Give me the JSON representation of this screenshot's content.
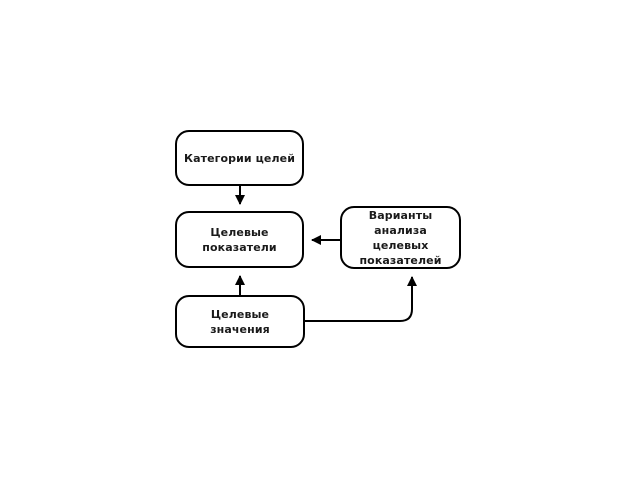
{
  "diagram": {
    "type": "flowchart",
    "background_color": "#ffffff",
    "stroke_color": "#000000",
    "text_color": "#1a1a1a",
    "nodes": [
      {
        "id": "goal-categories",
        "label": "Категории целей",
        "shape": "rounded-rectangle"
      },
      {
        "id": "target-indicators",
        "label": "Целевые\nпоказатели",
        "shape": "rounded-rectangle"
      },
      {
        "id": "analysis-options",
        "label": "Варианты анализа\nцелевых\nпоказателей",
        "shape": "rounded-rectangle"
      },
      {
        "id": "target-values",
        "label": "Целевые значения",
        "shape": "rounded-rectangle"
      }
    ],
    "edges": [
      {
        "id": "edge-categories-to-indicators",
        "from": "goal-categories",
        "to": "target-indicators",
        "direction": "down",
        "arrowhead": "target"
      },
      {
        "id": "edge-options-to-indicators",
        "from": "analysis-options",
        "to": "target-indicators",
        "direction": "left",
        "arrowhead": "target"
      },
      {
        "id": "edge-values-to-indicators",
        "from": "target-values",
        "to": "target-indicators",
        "direction": "up",
        "arrowhead": "target"
      },
      {
        "id": "edge-values-to-options",
        "from": "target-values",
        "to": "analysis-options",
        "direction": "right-up",
        "arrowhead": "target"
      }
    ]
  }
}
